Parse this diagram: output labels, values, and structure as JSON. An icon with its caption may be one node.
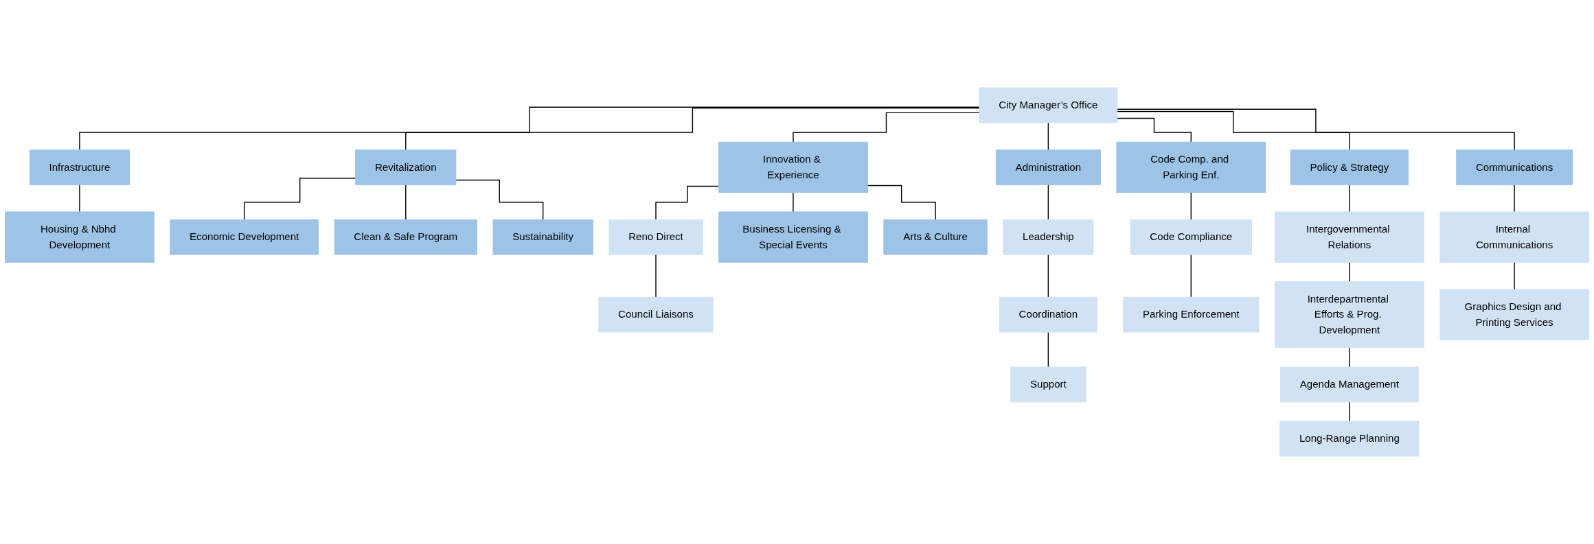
{
  "diagram": {
    "nodes": [
      {
        "text": [
          "City Manager’s Office"
        ]
      },
      {
        "text": [
          "Infrastructure"
        ]
      },
      {
        "text": [
          "Housing & Nbhd Development"
        ]
      },
      {
        "text": [
          "Revitalization"
        ]
      },
      {
        "text": [
          "Economic Development"
        ]
      },
      {
        "text": [
          "Clean & Safe Program"
        ]
      },
      {
        "text": [
          "Sustainability"
        ]
      },
      {
        "text": [
          "Innovation & Experience"
        ]
      },
      {
        "text": [
          "Reno Direct"
        ]
      },
      {
        "text": [
          "Council Liaisons"
        ]
      },
      {
        "text": [
          "Business Licensing & Special Events"
        ]
      },
      {
        "text": [
          "Arts & Culture"
        ]
      },
      {
        "text": [
          "Administration"
        ]
      },
      {
        "text": [
          "Leadership"
        ]
      },
      {
        "text": [
          "Coordination"
        ]
      },
      {
        "text": [
          "Support"
        ]
      },
      {
        "text": [
          "Code Comp. and Parking Enf."
        ]
      },
      {
        "text": [
          "Code Compliance"
        ]
      },
      {
        "text": [
          "Parking Enforcement"
        ]
      },
      {
        "text": [
          "Policy & Strategy"
        ]
      },
      {
        "text": [
          "Intergovernmental Relations"
        ]
      },
      {
        "text": [
          "Interdepartmental Efforts & Prog. Development"
        ]
      },
      {
        "text": [
          "Agenda Management"
        ]
      },
      {
        "text": [
          "Long-Range Planning"
        ]
      },
      {
        "text": [
          "Communications"
        ]
      },
      {
        "text": [
          "Internal Communications"
        ]
      },
      {
        "text": [
          "Graphics Design and Printing Services"
        ]
      }
    ],
    "edges": [
      {
        "from": 0,
        "to": 1,
        "arrow": "none"
      },
      {
        "from": 0,
        "to": 3,
        "arrow": "none"
      },
      {
        "from": 0,
        "to": 7,
        "arrow": "none"
      },
      {
        "from": 0,
        "to": 12,
        "arrow": "none"
      },
      {
        "from": 0,
        "to": 16,
        "arrow": "none"
      },
      {
        "from": 0,
        "to": 19,
        "arrow": "none"
      },
      {
        "from": 0,
        "to": 24,
        "arrow": "none"
      },
      {
        "from": 1,
        "to": 2,
        "arrow": "none"
      },
      {
        "from": 3,
        "to": 4,
        "arrow": "none"
      },
      {
        "from": 3,
        "to": 5,
        "arrow": "none"
      },
      {
        "from": 3,
        "to": 6,
        "arrow": "none"
      },
      {
        "from": 7,
        "to": 8,
        "arrow": "none"
      },
      {
        "from": 8,
        "to": 9,
        "arrow": "none"
      },
      {
        "from": 7,
        "to": 10,
        "arrow": "none"
      },
      {
        "from": 7,
        "to": 11,
        "arrow": "none"
      },
      {
        "from": 12,
        "to": 13,
        "arrow": "none"
      },
      {
        "from": 13,
        "to": 14,
        "arrow": "none"
      },
      {
        "from": 14,
        "to": 15,
        "arrow": "none"
      },
      {
        "from": 16,
        "to": 17,
        "arrow": "none"
      },
      {
        "from": 17,
        "to": 18,
        "arrow": "none"
      },
      {
        "from": 19,
        "to": 20,
        "arrow": "none"
      },
      {
        "from": 20,
        "to": 21,
        "arrow": "none"
      },
      {
        "from": 21,
        "to": 22,
        "arrow": "none"
      },
      {
        "from": 22,
        "to": 23,
        "arrow": "none"
      },
      {
        "from": 24,
        "to": 25,
        "arrow": "none"
      },
      {
        "from": 25,
        "to": 26,
        "arrow": "none"
      }
    ]
  }
}
